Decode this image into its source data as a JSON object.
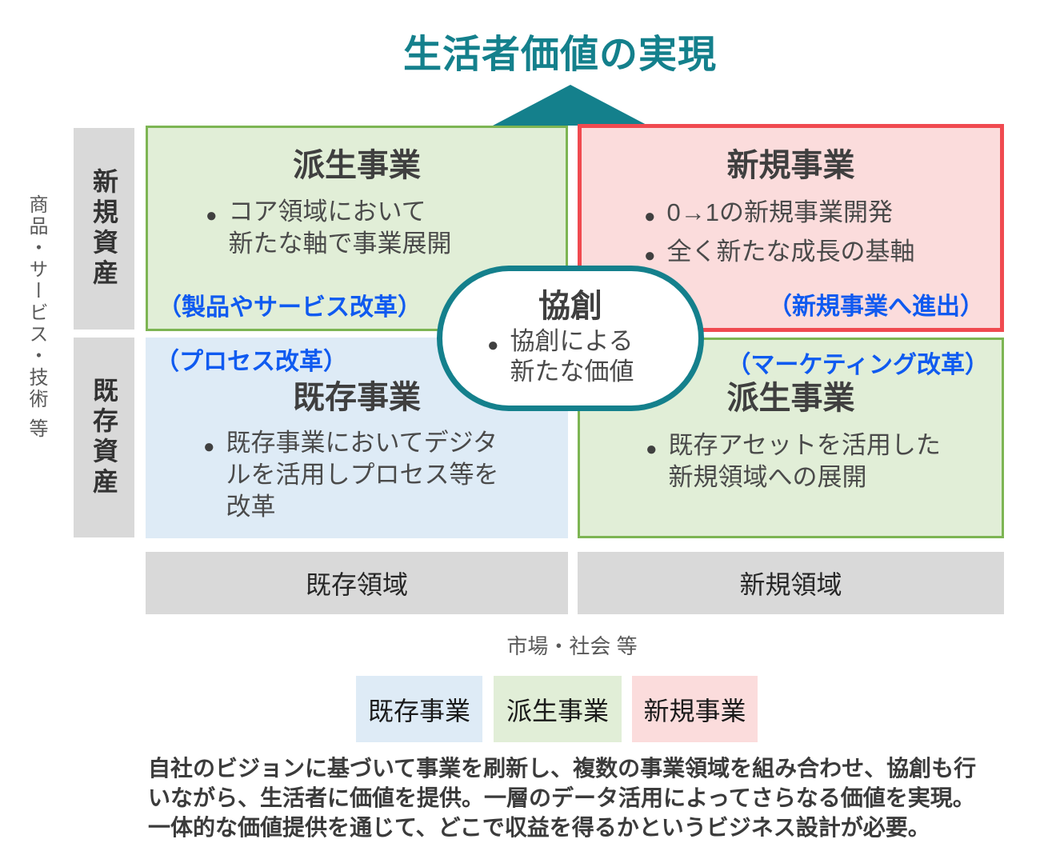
{
  "title": "生活者価値の実現",
  "bullet_char": "●",
  "axis": {
    "y_label": "商品・サービス・技術 等",
    "rows": [
      {
        "label": "新規資産"
      },
      {
        "label": "既存資産"
      }
    ],
    "cols": [
      {
        "label": "既存領域"
      },
      {
        "label": "新規領域"
      }
    ],
    "x_label": "市場・社会 等"
  },
  "quadrants": {
    "top_left": {
      "title": "派生事業",
      "bullets": [
        [
          "コア領域において",
          "新たな軸で事業展開"
        ]
      ],
      "tag": "（製品やサービス改革）"
    },
    "top_right": {
      "title": "新規事業",
      "bullets": [
        [
          "0→1の新規事業開発"
        ],
        [
          "全く新たな成長の基軸"
        ]
      ],
      "tag": "（新規事業へ進出）"
    },
    "bottom_left": {
      "title": "既存事業",
      "bullets": [
        [
          "既存事業においてデジタ",
          "ルを活用しプロセス等を",
          "改革"
        ]
      ],
      "tag": "（プロセス改革）"
    },
    "bottom_right": {
      "title": "派生事業",
      "bullets": [
        [
          "既存アセットを活用した",
          "新規領域への展開"
        ]
      ],
      "tag": "（マーケティング改革）"
    }
  },
  "center": {
    "title": "協創",
    "bullets": [
      [
        "協創による",
        "新たな価値"
      ]
    ]
  },
  "legend": [
    {
      "label": "既存事業",
      "color": "#DEEBF6"
    },
    {
      "label": "派生事業",
      "color": "#E1EED7"
    },
    {
      "label": "新規事業",
      "color": "#FBDCDC"
    }
  ],
  "footer_lines": [
    "自社のビジョンに基づいて事業を刷新し、複数の事業領域を組み合わせ、協創も行",
    "いながら、生活者に価値を提供。一層のデータ活用によってさらなる価値を実現。",
    "一体的な価値提供を通じて、どこで収益を得るかというビジネス設計が必要。"
  ],
  "colors": {
    "teal": "#14808C",
    "green_border": "#7DB553",
    "green_fill": "#E1EED7",
    "red_border": "#F04A50",
    "pink_fill": "#FBDCDC",
    "blue_fill": "#DEEBF6",
    "gray_fill": "#D9D9D9",
    "blue_text": "#0F5AF0",
    "text_dark": "#3F3F3F"
  }
}
